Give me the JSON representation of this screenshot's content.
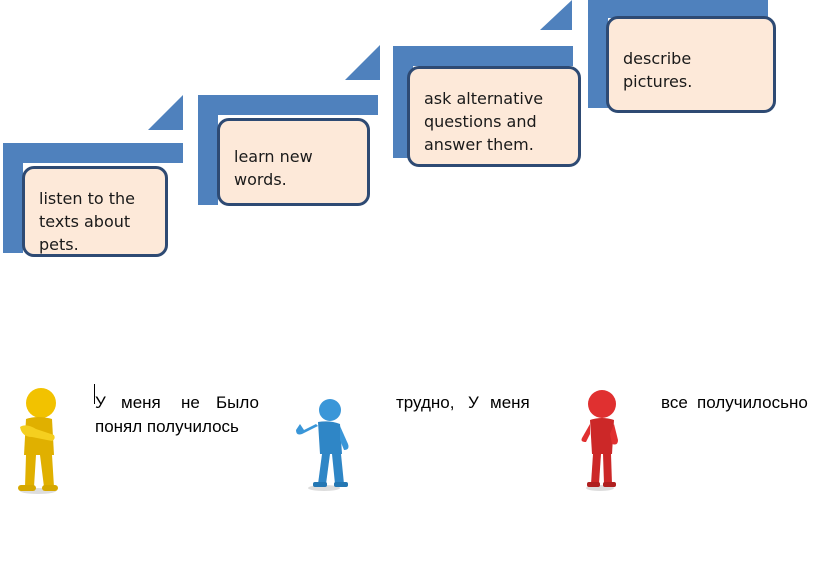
{
  "steps": [
    {
      "text": "listen to the texts about pets."
    },
    {
      "text": "learn new words."
    },
    {
      "text": "ask alternative questions and answer them."
    },
    {
      "text": "describe pictures."
    }
  ],
  "colors": {
    "accent": "#4f81bd",
    "box_fill": "#fde9d9",
    "box_border": "#2e4a73",
    "figure_yellow": "#f2c200",
    "figure_blue": "#3a96d8",
    "figure_red": "#e03030"
  },
  "reflection": {
    "line1": {
      "a": "У",
      "b": "меня",
      "c": "не",
      "d": "Было",
      "e": "трудно,",
      "f": "У",
      "g": "меня",
      "h": "все",
      "i": "получилось",
      "j": "но"
    },
    "line2": "понял получилось"
  },
  "figures": [
    {
      "icon": "thinking-person-icon"
    },
    {
      "icon": "thumbs-up-person-icon"
    },
    {
      "icon": "thumbs-up-person-icon"
    }
  ]
}
